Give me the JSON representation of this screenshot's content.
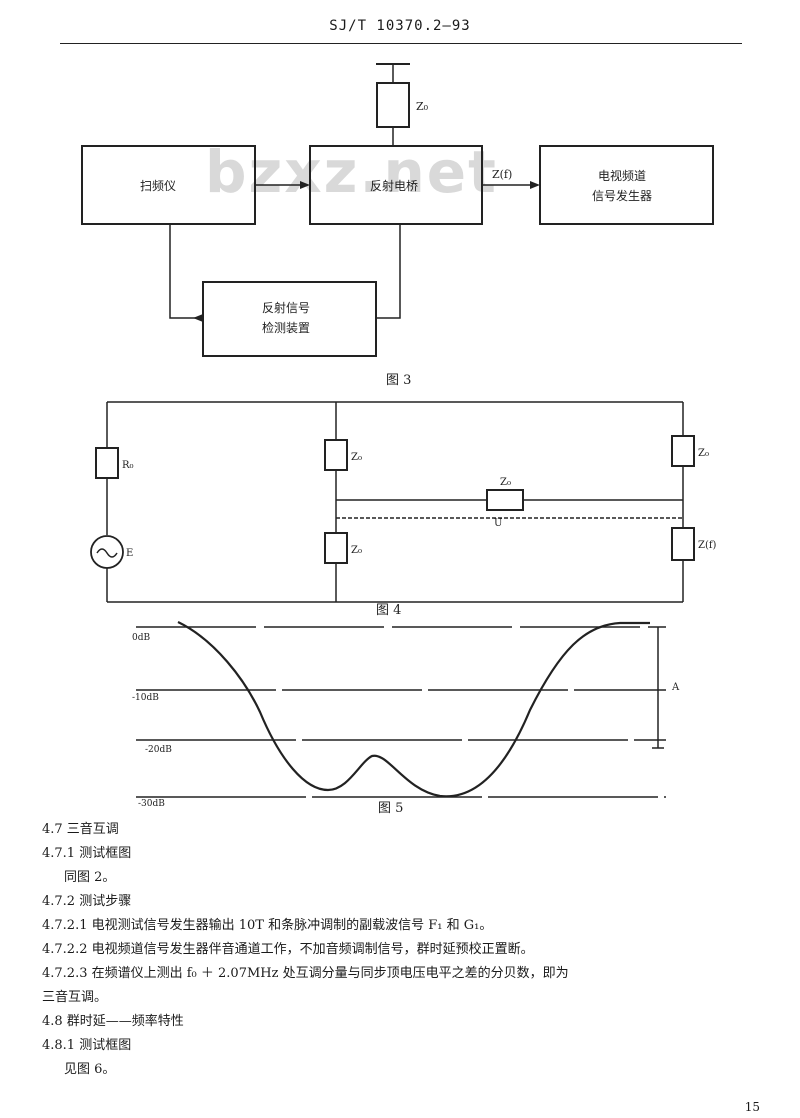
{
  "header": "SJ/T 10370.2—93",
  "watermark": "bzxz.net",
  "fig3": {
    "caption": "图 3",
    "box_sweeper": "扫频仪",
    "box_bridge": "反射电桥",
    "box_analyzer_line1": "电视频道",
    "box_analyzer_line2": "信号发生器",
    "box_reflect_line1": "反射信号",
    "box_reflect_line2": "检测装置",
    "z_top": "Z₀",
    "z_out": "Z(f)"
  },
  "fig4": {
    "caption": "图 4",
    "r_left": "R₀",
    "source": "E",
    "z_mid_top": "Z₀",
    "z_mid_bottom": "Z₀",
    "z_series": "Z₀",
    "u_label": "U",
    "z_right_top": "Z₀",
    "z_right_bottom": "Z(f)"
  },
  "fig5": {
    "caption": "图 5",
    "label_1": "0dB",
    "label_2": "-10dB",
    "label_3": "-20dB",
    "label_4": "-30dB",
    "marker": "A"
  },
  "text": {
    "s47": "4.7  三音互调",
    "s471": "4.7.1  测试框图",
    "s471_body": "同图 2。",
    "s472": "4.7.2  测试步骤",
    "s4721": "4.7.2.1  电视测试信号发生器输出 10T 和条脉冲调制的副载波信号 F₁ 和 G₁。",
    "s4722": "4.7.2.2  电视频道信号发生器伴音通道工作，不加音频调制信号，群时延预校正置断。",
    "s4723_line1": "4.7.2.3  在频谱仪上测出 f₀ ＋ 2.07MHz 处互调分量与同步顶电压电平之差的分贝数，即为",
    "s4723_line2": "三音互调。",
    "s48": "4.8  群时延——频率特性",
    "s481": "4.8.1  测试框图",
    "s481_body": "见图 6。"
  },
  "page_number": "15"
}
